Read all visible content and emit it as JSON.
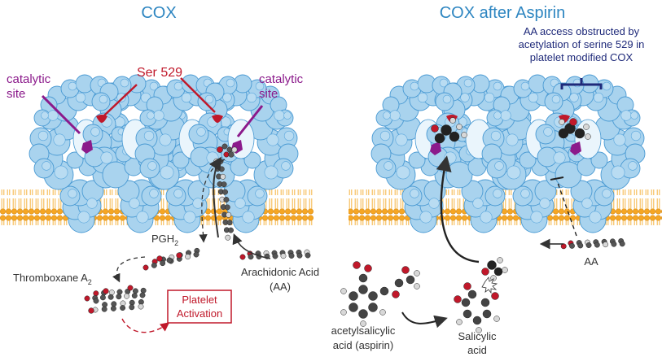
{
  "left_panel": {
    "title": "COX",
    "catalytic_left": [
      "catalytic",
      "site"
    ],
    "catalytic_right": [
      "catalytic",
      "site"
    ],
    "ser_label": "Ser 529",
    "pgh2": {
      "base": "PGH",
      "sub": "2"
    },
    "thromboxane": {
      "base": "Thromboxane A",
      "sub": "2"
    },
    "arachidonic": [
      "Arachidonic Acid",
      "(AA)"
    ],
    "platelet_box": [
      "Platelet",
      "Activation"
    ]
  },
  "right_panel": {
    "title": "COX after Aspirin",
    "note": [
      "AA access obstructed by",
      "acetylation of serine 529 in",
      "platelet modified COX"
    ],
    "aa_label": "AA",
    "aspirin": [
      "acetylsalicylic",
      "acid (aspirin)"
    ],
    "salicylic": [
      "Salicylic",
      "acid"
    ]
  },
  "colors": {
    "title_blue": "#2e86c1",
    "protein_blue": "#a9d3ee",
    "membrane_orange": "#f6a623",
    "catalytic_purple": "#8b1a8b",
    "serine_red": "#c0182a",
    "bracket_navy": "#1f2a7a"
  }
}
